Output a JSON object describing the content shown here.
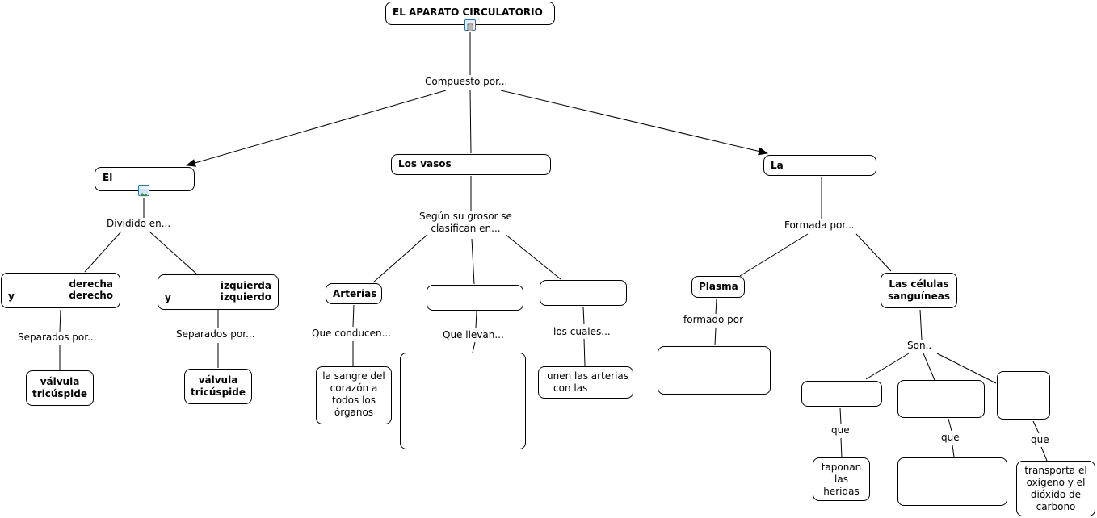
{
  "title": "EL APARATO CIRCULATORIO",
  "links": {
    "compuesto": "Compuesto por...",
    "dividido": "Dividido en...",
    "separados1": "Separados por...",
    "separados2": "Separados por...",
    "segun_line1": "Según su grosor se",
    "segun_line2": "clasifican en...",
    "conducen": "Que conducen...",
    "llevan": "Que llevan...",
    "cuales": "los cuales...",
    "formada": "Formada por...",
    "formado": "formado por",
    "son": "Son..",
    "que1": "que",
    "que2": "que",
    "que3": "que"
  },
  "nodes": {
    "el": "El",
    "vasos": "Los vasos",
    "la": "La",
    "derecha_y": "y",
    "derecha_top": "derecha",
    "derecha_bot": "derecho",
    "izquierda_y": "y",
    "izquierda_top": "izquierda",
    "izquierda_bot": "izquierdo",
    "valvula1_l1": "válvula",
    "valvula1_l2": "tricúspide",
    "valvula2_l1": "válvula",
    "valvula2_l2": "tricúspide",
    "arterias": "Arterias",
    "sangre_l1": "la sangre del",
    "sangre_l2": "corazón a",
    "sangre_l3": "todos los",
    "sangre_l4": "órganos",
    "unen_l1": "unen las arterias",
    "unen_l2": "con las",
    "plasma": "Plasma",
    "celulas_l1": "Las células",
    "celulas_l2": "sanguíneas",
    "taponan_l1": "taponan",
    "taponan_l2": "las",
    "taponan_l3": "heridas",
    "transporta_l1": "transporta el",
    "transporta_l2": "oxígeno y el",
    "transporta_l3": "dióxido de",
    "transporta_l4": "carbono"
  },
  "icons": {
    "title_icon": "document-icon",
    "el_icon": "image-icon"
  }
}
